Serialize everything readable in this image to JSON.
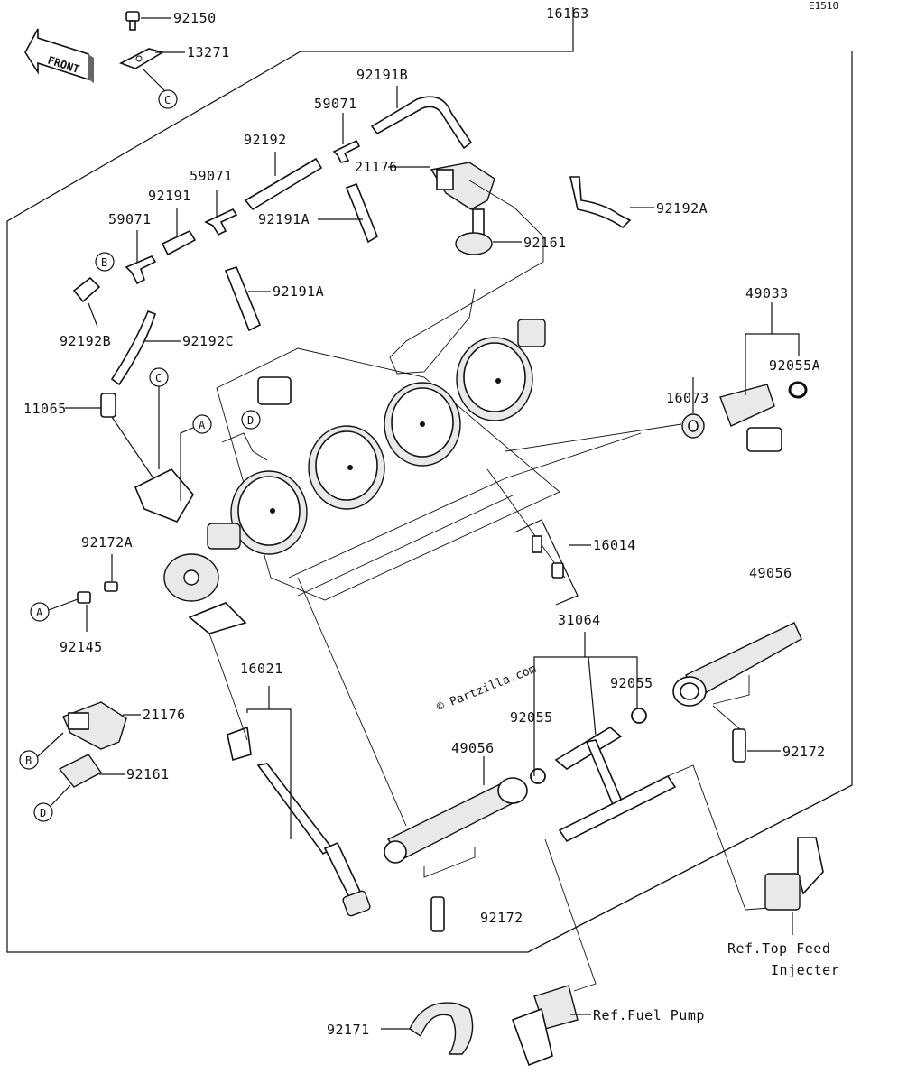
{
  "diagram": {
    "code": "E1510",
    "front_label": "FRONT",
    "watermark": "© Partzilla.com",
    "ref_top_feed_line1": "Ref.Top Feed",
    "ref_top_feed_line2": "Injecter",
    "ref_fuel_pump": "Ref.Fuel Pump",
    "callouts": {
      "A": "A",
      "B": "B",
      "C": "C",
      "D": "D"
    },
    "parts": {
      "p92150": "92150",
      "p13271": "13271",
      "p16163": "16163",
      "p92191B": "92191B",
      "p59071_top": "59071",
      "p92192": "92192",
      "p21176_top": "21176",
      "p59071_mid": "59071",
      "p92192A": "92192A",
      "p92191": "92191",
      "p92191A_top": "92191A",
      "p59071_left": "59071",
      "p92161_top": "92161",
      "p92191A_bottom": "92191A",
      "p92192B": "92192B",
      "p92192C": "92192C",
      "p49033": "49033",
      "p92055A": "92055A",
      "p11065": "11065",
      "p16073": "16073",
      "p16014": "16014",
      "p92172A": "92172A",
      "p49056_right": "49056",
      "p92145": "92145",
      "p31064": "31064",
      "p16021": "16021",
      "p92055_right": "92055",
      "p92055_left": "92055",
      "p21176_bottom": "21176",
      "p92172_right": "92172",
      "p49056_left": "49056",
      "p92161_bottom": "92161",
      "p92172_bottom": "92172",
      "p92171": "92171"
    }
  }
}
